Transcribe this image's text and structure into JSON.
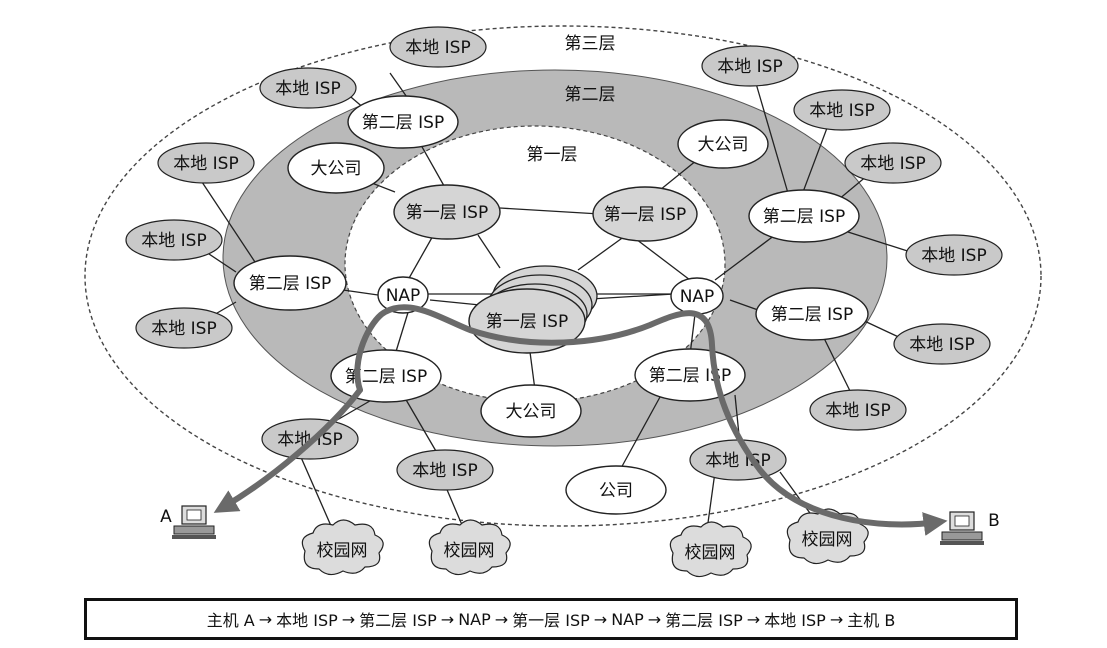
{
  "rings": {
    "tier3": "第三层",
    "tier2": "第二层",
    "tier1": "第一层"
  },
  "nodes": {
    "tier1_left": "第一层 ISP",
    "tier1_right": "第一层 ISP",
    "tier1_center": "第一层 ISP",
    "nap_left": "NAP",
    "nap_right": "NAP",
    "t2_topleft": "第二层 ISP",
    "t2_left": "第二层 ISP",
    "t2_bottomleft": "第二层 ISP",
    "t2_topright": "第二层 ISP",
    "t2_right": "第二层 ISP",
    "t2_bottomright": "第二层 ISP",
    "corp_left": "大公司",
    "corp_right": "大公司",
    "corp_bottom": "大公司",
    "company": "公司",
    "local_1": "本地 ISP",
    "local_2": "本地 ISP",
    "local_3": "本地 ISP",
    "local_4": "本地 ISP",
    "local_5": "本地 ISP",
    "local_6": "本地 ISP",
    "local_7": "本地 ISP",
    "local_8": "本地 ISP",
    "local_9": "本地 ISP",
    "local_10": "本地 ISP",
    "local_11": "本地 ISP",
    "local_12": "本地 ISP",
    "local_13": "本地 ISP",
    "local_14": "本地 ISP",
    "campus_1": "校园网",
    "campus_2": "校园网",
    "campus_3": "校园网",
    "campus_4": "校园网",
    "host_a": "A",
    "host_b": "B"
  },
  "route": [
    "主机 A",
    "本地 ISP",
    "第二层 ISP",
    "NAP",
    "第一层 ISP",
    "NAP",
    "第二层 ISP",
    "本地 ISP",
    "主机 B"
  ],
  "route_arrow": "→",
  "colors": {
    "tier2_band": "#b9b9b9",
    "local_fill": "#c9c9c9",
    "path": "#6a6a6a"
  }
}
